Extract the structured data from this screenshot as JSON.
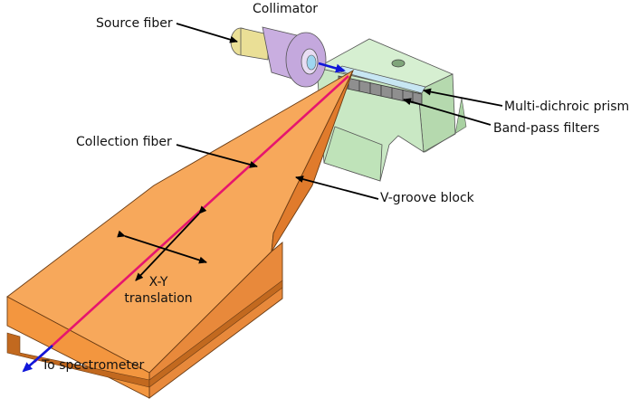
{
  "labels": {
    "collimator": "Collimator",
    "source_fiber": "Source fiber",
    "multi_dichroic_prism": "Multi-dichroic prism",
    "band_pass_filters": "Band-pass filters",
    "collection_fiber": "Collection fiber",
    "v_groove_block": "V-groove block",
    "xy_line1": "X-Y",
    "xy_line2": "translation",
    "to_spectrometer": "To spectrometer"
  },
  "colors": {
    "v_groove_block": "#f5a251",
    "holder_block": "#c9e8c4",
    "collimator": "#c9aee0",
    "fiber_connector": "#eadf96",
    "fiber_line": "#e6156e",
    "light_arrow": "#1017d9",
    "annotation_arrow": "#000000"
  }
}
